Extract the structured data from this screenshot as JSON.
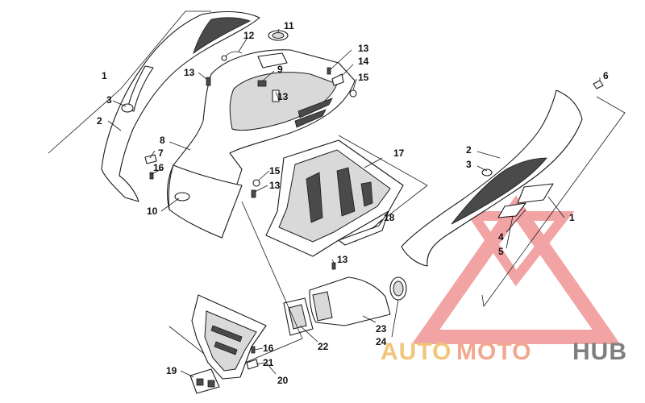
{
  "callouts": [
    {
      "id": "c1a",
      "label": "1"
    },
    {
      "id": "c2a",
      "label": "2"
    },
    {
      "id": "c3a",
      "label": "3"
    },
    {
      "id": "c7",
      "label": "7"
    },
    {
      "id": "c16a",
      "label": "16"
    },
    {
      "id": "c8",
      "label": "8"
    },
    {
      "id": "c10",
      "label": "10"
    },
    {
      "id": "c11",
      "label": "11"
    },
    {
      "id": "c12",
      "label": "12"
    },
    {
      "id": "c13a",
      "label": "13"
    },
    {
      "id": "c13b",
      "label": "13"
    },
    {
      "id": "c14",
      "label": "14"
    },
    {
      "id": "c15a",
      "label": "15"
    },
    {
      "id": "c9",
      "label": "9"
    },
    {
      "id": "c13c",
      "label": "13"
    },
    {
      "id": "c15b",
      "label": "15"
    },
    {
      "id": "c13d",
      "label": "13"
    },
    {
      "id": "c17",
      "label": "17"
    },
    {
      "id": "c18",
      "label": "18"
    },
    {
      "id": "c13e",
      "label": "13"
    },
    {
      "id": "c6",
      "label": "6"
    },
    {
      "id": "c2b",
      "label": "2"
    },
    {
      "id": "c3b",
      "label": "3"
    },
    {
      "id": "c1b",
      "label": "1"
    },
    {
      "id": "c4",
      "label": "4"
    },
    {
      "id": "c5",
      "label": "5"
    },
    {
      "id": "c22",
      "label": "22"
    },
    {
      "id": "c23",
      "label": "23"
    },
    {
      "id": "c24",
      "label": "24"
    },
    {
      "id": "c16b",
      "label": "16"
    },
    {
      "id": "c21",
      "label": "21"
    },
    {
      "id": "c19",
      "label": "19"
    },
    {
      "id": "c20",
      "label": "20"
    }
  ],
  "watermark": {
    "word_1": "AUTO",
    "word_2": "MOTO",
    "word_3": "HUB",
    "color_1": "#f2c57a",
    "color_2": "#f2a78f",
    "color_3": "#7f7f7f",
    "logo_color": "#e85a5a"
  },
  "colors": {
    "line": "#1a1a1a",
    "shade": "#d9d9d9",
    "background": "#ffffff"
  }
}
